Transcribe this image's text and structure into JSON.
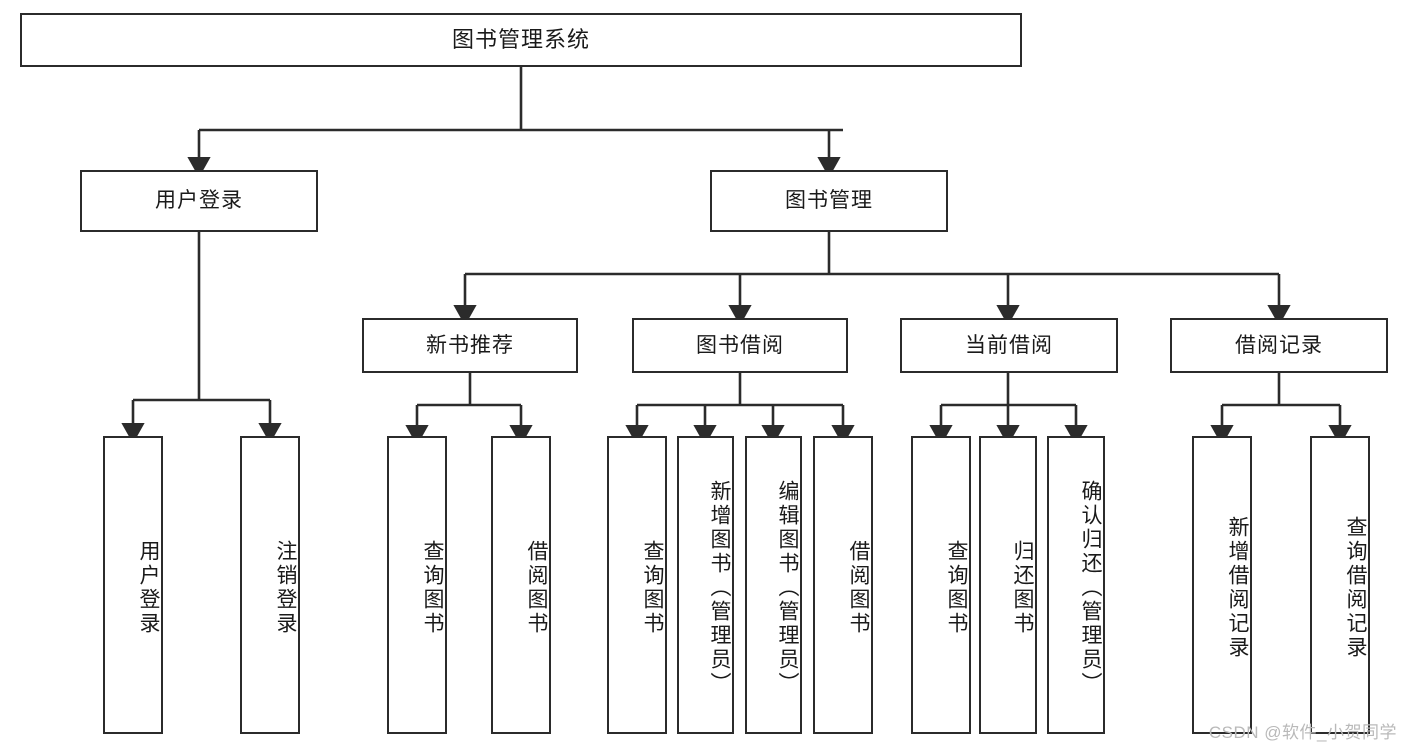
{
  "diagram": {
    "title": "图书管理系统",
    "type": "hierarchy-tree",
    "colors": {
      "box_border": "#2b2b2b",
      "box_fill": "#ffffff",
      "edge": "#2b2b2b",
      "text": "#1a1a1a",
      "watermark": "#b9b9b9"
    },
    "root": {
      "label": "图书管理系统"
    },
    "level2": [
      {
        "label": "用户登录"
      },
      {
        "label": "图书管理"
      }
    ],
    "level3": [
      {
        "label": "新书推荐"
      },
      {
        "label": "图书借阅"
      },
      {
        "label": "当前借阅"
      },
      {
        "label": "借阅记录"
      }
    ],
    "leaves": {
      "user_login": [
        {
          "label": "用户登录"
        },
        {
          "label": "注销登录"
        }
      ],
      "new_book_recommend": [
        {
          "label": "查询图书"
        },
        {
          "label": "借阅图书"
        }
      ],
      "book_borrow": [
        {
          "label": "查询图书"
        },
        {
          "label": "新增图书（管理员）"
        },
        {
          "label": "编辑图书（管理员）"
        },
        {
          "label": "借阅图书"
        }
      ],
      "current_borrow": [
        {
          "label": "查询图书"
        },
        {
          "label": "归还图书"
        },
        {
          "label": "确认归还（管理员）"
        }
      ],
      "borrow_record": [
        {
          "label": "新增借阅记录"
        },
        {
          "label": "查询借阅记录"
        }
      ]
    }
  },
  "watermark": {
    "text": "CSDN @软件_小贺同学"
  }
}
